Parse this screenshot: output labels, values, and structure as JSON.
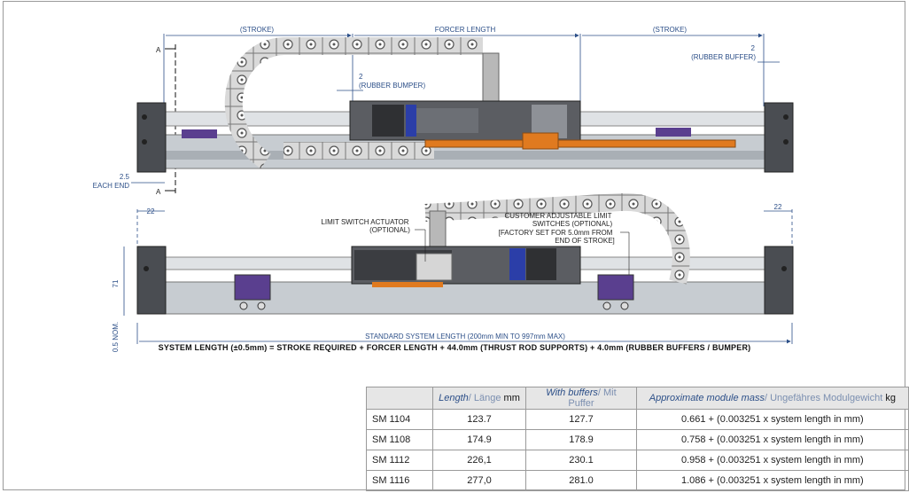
{
  "diagram": {
    "top_view": {
      "stroke_left": "(STROKE)",
      "forcer_length": "FORCER LENGTH",
      "stroke_right": "(STROKE)",
      "rubber_bumper_value": "2",
      "rubber_bumper_label": "(RUBBER BUMPER)",
      "rubber_buffer_value": "2",
      "rubber_buffer_label": "(RUBBER BUFFER)",
      "section_top": "A",
      "section_bottom": "A",
      "each_end_value": "2.5",
      "each_end_label": "EACH END"
    },
    "side_view": {
      "left_width": "22",
      "right_width": "22",
      "limit_switch_actuator": [
        "LIMIT SWITCH ACTUATOR",
        "(OPTIONAL)"
      ],
      "customer_switches": [
        "CUSTOMER ADJUSTABLE LIMIT",
        "SWITCHES (OPTIONAL)",
        "[FACTORY SET FOR 5.0mm FROM",
        "END OF STROKE]"
      ],
      "height_value": "71",
      "nom_value": "0.5 NOM.",
      "system_length": "STANDARD SYSTEM LENGTH (200mm MIN TO 997mm MAX)"
    },
    "formula": "SYSTEM LENGTH (±0.5mm) = STROKE REQUIRED + FORCER LENGTH + 44.0mm (THRUST ROD SUPPORTS) + 4.0mm (RUBBER BUFFERS / BUMPER)"
  },
  "table": {
    "headers": {
      "length_en": "Length",
      "length_de": "/ Länge",
      "length_unit": " mm",
      "buffers_en": "With buffers",
      "buffers_de": "/ Mit Puffer",
      "mass_en": "Approximate module mass",
      "mass_de": "/ Ungefähres Modulgewicht",
      "mass_unit": " kg"
    },
    "rows": [
      {
        "model": "SM 1104",
        "length": "123.7",
        "buffers": "127.7",
        "mass": "0.661 + (0.003251 x system length in mm)"
      },
      {
        "model": "SM 1108",
        "length": "174.9",
        "buffers": "178.9",
        "mass": "0.758 + (0.003251 x system length in mm)"
      },
      {
        "model": "SM 1112",
        "length": "226,1",
        "buffers": "230.1",
        "mass": "0.958 + (0.003251 x system length in mm)"
      },
      {
        "model": "SM 1116",
        "length": "277,0",
        "buffers": "281.0",
        "mass": "1.086 + (0.003251 x system length in mm)"
      }
    ]
  },
  "colors": {
    "dimension": "#2c4f88",
    "aluminium": "#c7ccd1",
    "end_cap": "#4a4d52",
    "actuator_blue": "#2b3ea8",
    "accent_orange": "#e07a1f",
    "magnet_purple": "#5a3f8f"
  }
}
